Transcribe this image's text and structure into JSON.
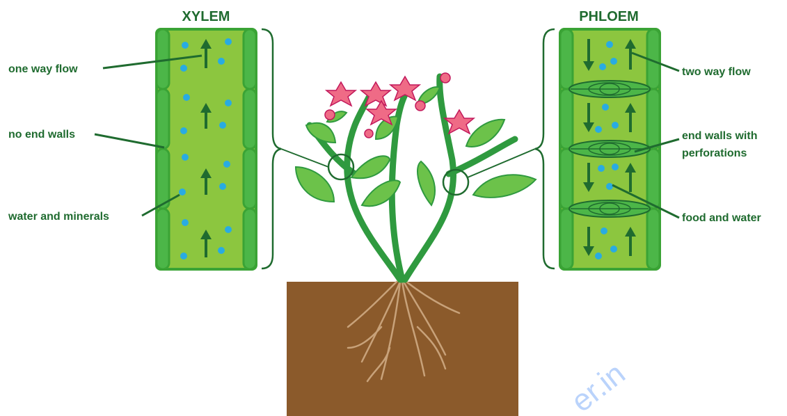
{
  "xylem": {
    "title": "XYLEM",
    "labels": {
      "one_way_flow": "one way flow",
      "no_end_walls": "no end walls",
      "water_and_minerals": "water and minerals"
    }
  },
  "phloem": {
    "title": "PHLOEM",
    "labels": {
      "two_way_flow": "two way flow",
      "end_walls_line1": "end walls with",
      "end_walls_line2": "perforations",
      "food_and_water": "food and water"
    }
  },
  "watermark": "er.in",
  "colors": {
    "label_text": "#1f6b2f",
    "tube_fill": "#8cc63f",
    "tube_border": "#3aa335",
    "dark_green": "#1f6b2f",
    "dot_blue": "#29abe2",
    "soil": "#8b5a2b",
    "root": "#c8a27a",
    "flower": "#ef6b86",
    "leaf": "#6cc24a",
    "stem": "#2f9a3f"
  }
}
